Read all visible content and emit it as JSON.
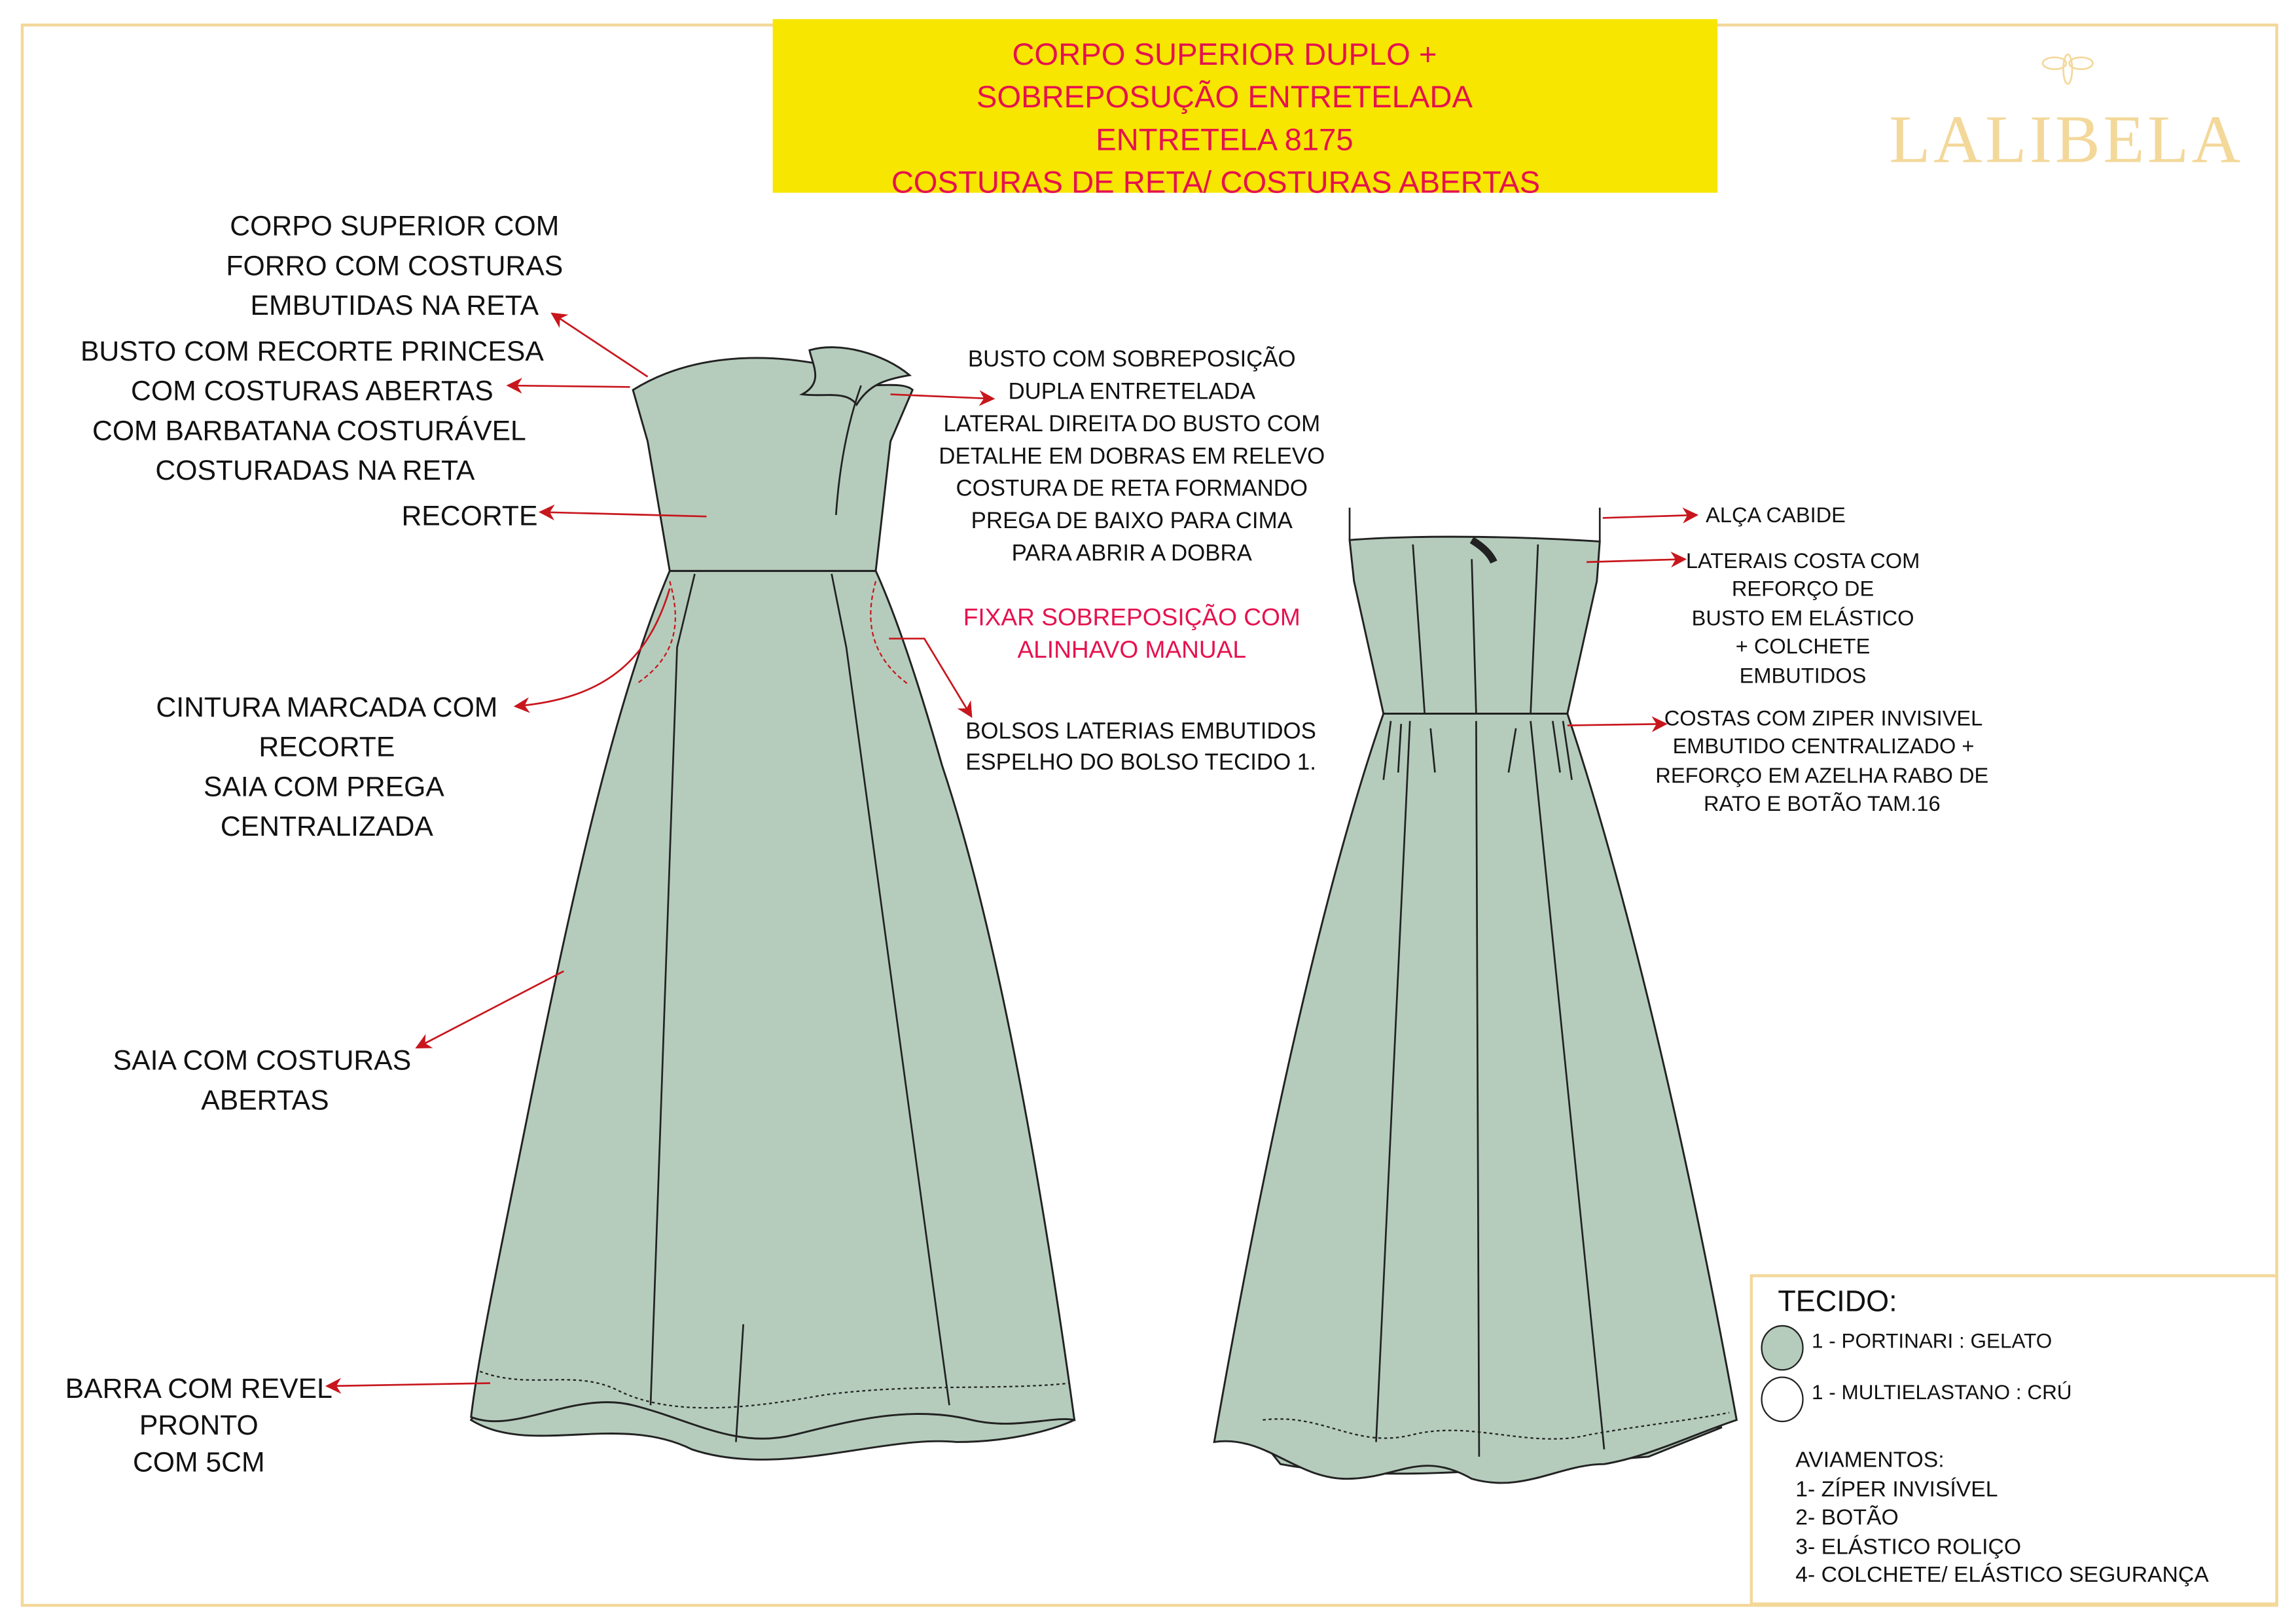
{
  "header": {
    "lines": [
      "CORPO SUPERIOR DUPLO +",
      "SOBREPOSUÇÃO ENTRETELADA",
      "ENTRETELA 8175",
      "COSTURAS DE RETA/ COSTURAS ABERTAS"
    ],
    "background": "#f7e600",
    "text_color": "#e5124f"
  },
  "brand": {
    "name": "LALIBELA",
    "icon": "bee-icon",
    "color": "#f3d89a"
  },
  "front_notes": {
    "corpo_superior": [
      "CORPO SUPERIOR COM",
      "FORRO COM COSTURAS",
      "EMBUTIDAS NA RETA"
    ],
    "busto_princesa": [
      "BUSTO COM RECORTE PRINCESA",
      "COM COSTURAS ABERTAS",
      "COM BARBATANA COSTURÁVEL",
      "COSTURADAS NA RETA"
    ],
    "recorte": [
      "RECORTE"
    ],
    "cintura": [
      "CINTURA MARCADA COM",
      "RECORTE",
      "SAIA COM PREGA",
      "CENTRALIZADA"
    ],
    "saia": [
      "SAIA COM COSTURAS",
      "ABERTAS"
    ],
    "barra": [
      "BARRA COM REVEL",
      "PRONTO",
      "COM 5CM"
    ],
    "busto_sobreposicao": [
      "BUSTO COM SOBREPOSIÇÃO",
      "DUPLA ENTRETELADA",
      "LATERAL DIREITA DO BUSTO COM",
      "DETALHE EM DOBRAS EM RELEVO",
      "COSTURA DE RETA FORMANDO",
      "PREGA DE BAIXO PARA CIMA",
      "PARA ABRIR A DOBRA"
    ],
    "fixar": [
      "FIXAR SOBREPOSIÇÃO COM",
      "ALINHAVO MANUAL"
    ],
    "bolsos": [
      "BOLSOS LATERIAS EMBUTIDOS",
      "ESPELHO DO BOLSO TECIDO 1."
    ]
  },
  "back_notes": {
    "alca": [
      "ALÇA CABIDE"
    ],
    "laterais": [
      "LATERAIS COSTA COM",
      "REFORÇO DE",
      "BUSTO EM ELÁSTICO",
      "+ COLCHETE",
      "EMBUTIDOS"
    ],
    "costas": [
      "COSTAS COM ZIPER INVISIVEL",
      "EMBUTIDO CENTRALIZADO +",
      "REFORÇO EM AZELHA RABO DE",
      "RATO E BOTÃO TAM.16"
    ]
  },
  "fabric_box": {
    "title": "TECIDO:",
    "fabrics": [
      {
        "label": "1 - PORTINARI : GELATO",
        "swatch": "#b5ccbc"
      },
      {
        "label": "1 - MULTIELASTANO : CRÚ",
        "swatch": "#ffffff"
      }
    ],
    "trims_title": "AVIAMENTOS:",
    "trims": [
      "1- ZÍPER INVISÍVEL",
      "2- BOTÃO",
      "3- ELÁSTICO ROLIÇO",
      "4- COLCHETE/ ELÁSTICO SEGURANÇA"
    ]
  },
  "colors": {
    "frame": "#f3d89a",
    "dress": "#b5ccbc",
    "arrow": "#c8161d"
  }
}
